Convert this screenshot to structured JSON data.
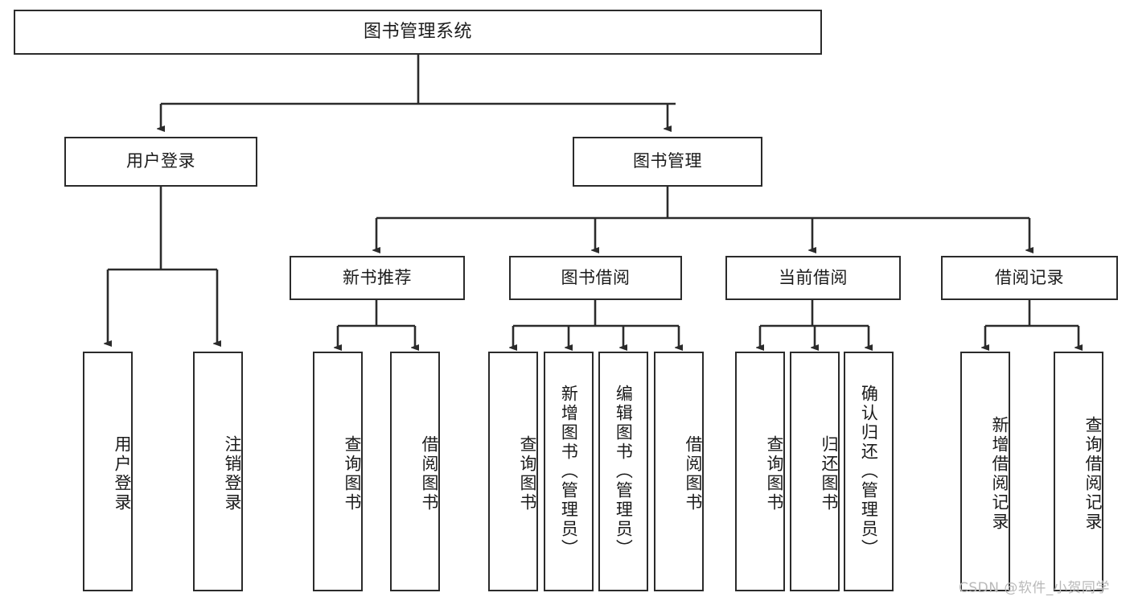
{
  "diagram": {
    "title": "图书管理系统",
    "type": "hierarchy-tree",
    "background_color": "#ffffff",
    "line_color": "#2b2b2b",
    "text_color": "#1b1b1b",
    "nodes": {
      "root": {
        "label": "图书管理系统",
        "orientation": "horizontal"
      },
      "level2": [
        {
          "id": "user-login",
          "label": "用户登录",
          "orientation": "horizontal"
        },
        {
          "id": "book-manage",
          "label": "图书管理",
          "orientation": "horizontal"
        }
      ],
      "level3": [
        {
          "id": "new-book-recommend",
          "label": "新书推荐",
          "orientation": "horizontal"
        },
        {
          "id": "book-borrow",
          "label": "图书借阅",
          "orientation": "horizontal"
        },
        {
          "id": "current-borrow",
          "label": "当前借阅",
          "orientation": "horizontal"
        },
        {
          "id": "borrow-record",
          "label": "借阅记录",
          "orientation": "horizontal"
        }
      ],
      "leaves": [
        {
          "id": "leaf-user-login",
          "label": "用户登录",
          "parent": "user-login"
        },
        {
          "id": "leaf-logout-login",
          "label": "注销登录",
          "parent": "user-login"
        },
        {
          "id": "leaf-query-book-1",
          "label": "查询图书",
          "parent": "new-book-recommend"
        },
        {
          "id": "leaf-borrow-book-1",
          "label": "借阅图书",
          "parent": "new-book-recommend"
        },
        {
          "id": "leaf-query-book-2",
          "label": "查询图书",
          "parent": "book-borrow"
        },
        {
          "id": "leaf-add-book-admin",
          "label": "新增图书（管理员）",
          "parent": "book-borrow"
        },
        {
          "id": "leaf-edit-book-admin",
          "label": "编辑图书（管理员）",
          "parent": "book-borrow"
        },
        {
          "id": "leaf-borrow-book-2",
          "label": "借阅图书",
          "parent": "book-borrow"
        },
        {
          "id": "leaf-query-book-3",
          "label": "查询图书",
          "parent": "current-borrow"
        },
        {
          "id": "leaf-return-book",
          "label": "归还图书",
          "parent": "current-borrow"
        },
        {
          "id": "leaf-confirm-return-admin",
          "label": "确认归还（管理员）",
          "parent": "current-borrow"
        },
        {
          "id": "leaf-add-borrow-record",
          "label": "新增借阅记录",
          "parent": "borrow-record"
        },
        {
          "id": "leaf-query-borrow-record",
          "label": "查询借阅记录",
          "parent": "borrow-record"
        }
      ]
    },
    "watermark": "CSDN @软件_小贺同学"
  }
}
